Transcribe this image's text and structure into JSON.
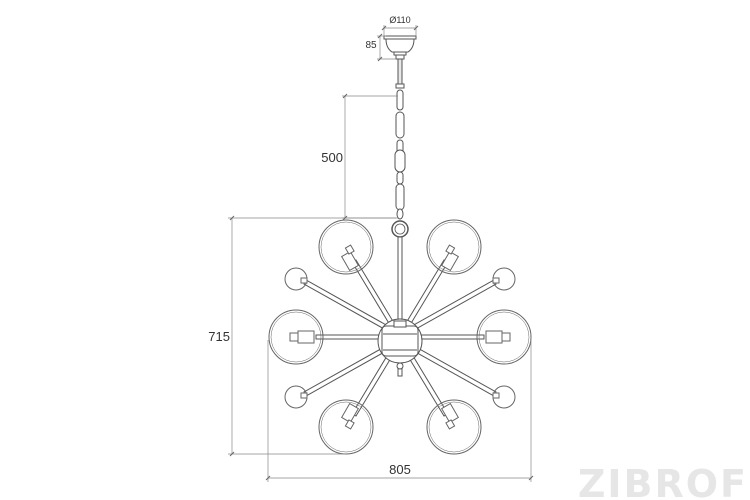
{
  "dimensions": {
    "canopy_diameter": "Ø110",
    "canopy_height": "85",
    "chain_length": "500",
    "body_height": "715",
    "body_width": "805"
  },
  "watermark": "ZIBROF",
  "colors": {
    "line": "#555555",
    "dim": "#777777",
    "watermark": "#e6e6e6"
  }
}
